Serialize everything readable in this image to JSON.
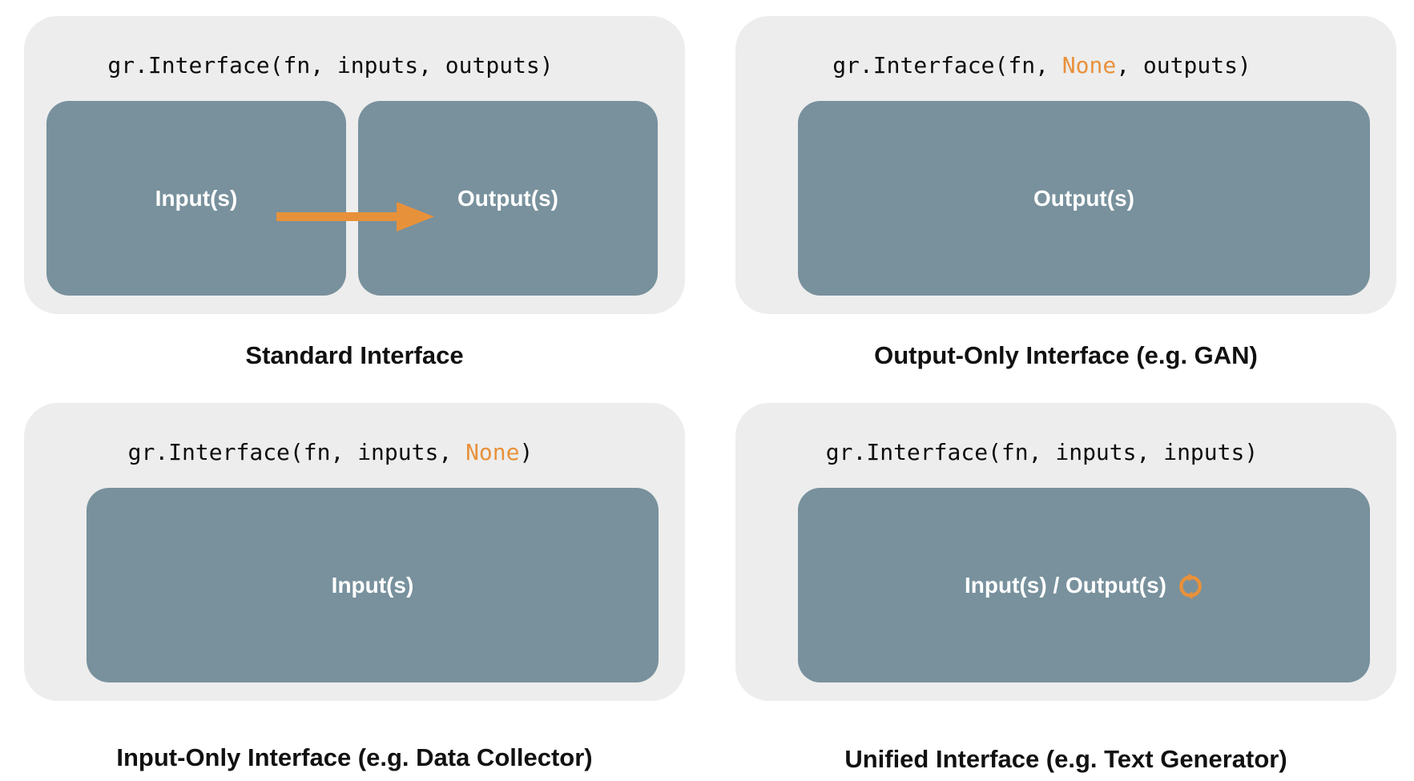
{
  "colors": {
    "page_bg": "#ffffff",
    "panel_bg": "#ededed",
    "box_bg": "#78919d",
    "accent": "#e8913b",
    "code_text": "#0d0d0d",
    "caption_text": "#111111",
    "box_label_text": "#ffffff"
  },
  "panels": [
    {
      "caption": "Standard Interface",
      "code": {
        "pre": "gr.Interface(fn, inputs, outputs)",
        "highlight": "",
        "post": ""
      },
      "boxes": [
        {
          "label": "Input(s)"
        },
        {
          "label": "Output(s)"
        }
      ],
      "icons": {
        "arrow": "right-arrow-icon"
      }
    },
    {
      "caption": "Output-Only Interface (e.g. GAN)",
      "code": {
        "pre": "gr.Interface(fn, ",
        "highlight": "None",
        "post": ", outputs)"
      },
      "boxes": [
        {
          "label": "Output(s)"
        }
      ]
    },
    {
      "caption": "Input-Only Interface (e.g. Data Collector)",
      "code": {
        "pre": "gr.Interface(fn, inputs, ",
        "highlight": "None",
        "post": ")"
      },
      "boxes": [
        {
          "label": "Input(s)"
        }
      ]
    },
    {
      "caption": "Unified Interface (e.g. Text Generator)",
      "code": {
        "pre": "gr.Interface(fn, inputs, inputs)",
        "highlight": "",
        "post": ""
      },
      "boxes": [
        {
          "label": "Input(s) / Output(s)",
          "icon": "cycle-refresh-icon"
        }
      ]
    }
  ]
}
